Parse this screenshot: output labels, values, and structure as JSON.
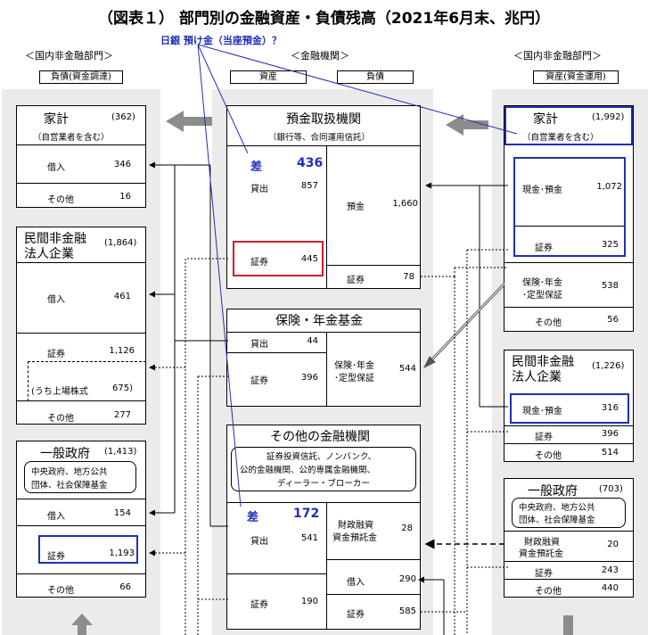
{
  "title": "（図表１） 部門別の金融資産・負債残高（2021年6月末、兆円）",
  "annotation": "日銀 預け金（当座預金）？",
  "headers": {
    "left": "＜国内非金融部門＞",
    "center": "＜金融機関＞",
    "right": "＜国内非金融部門＞"
  },
  "tags": {
    "left": "負債(資金調達)",
    "center_asset": "資産",
    "center_liab": "負債",
    "right": "資産(資金運用)"
  },
  "left": {
    "household": {
      "title": "家計",
      "total": "(362)",
      "sub": "（自営業者を含む）",
      "rows": [
        {
          "label": "借入",
          "value": "346"
        },
        {
          "label": "その他",
          "value": "16"
        }
      ]
    },
    "corp": {
      "title1": "民間非金融",
      "title2": "法人企業",
      "total": "(1,864)",
      "rows": [
        {
          "label": "借入",
          "value": "461"
        },
        {
          "label": "証券",
          "value": "1,126"
        },
        {
          "label": "(うち上場株式",
          "value": "675)"
        },
        {
          "label": "その他",
          "value": "277"
        }
      ]
    },
    "gov": {
      "title": "一般政府",
      "total": "(1,413)",
      "sub1": "中央政府、地方公共",
      "sub2": "団体、社会保障基金",
      "rows": [
        {
          "label": "借入",
          "value": "154"
        },
        {
          "label": "証券",
          "value": "1,193"
        },
        {
          "label": "その他",
          "value": "66"
        }
      ]
    }
  },
  "center": {
    "deposit": {
      "title": "預金取扱機関",
      "sub": "（銀行等、合同運用信託）",
      "diff_label": "差",
      "diff_value": "436",
      "assets": [
        {
          "label": "貸出",
          "value": "857"
        },
        {
          "label": "証券",
          "value": "445"
        }
      ],
      "liabs": [
        {
          "label": "預金",
          "value": "1,660"
        },
        {
          "label": "証券",
          "value": "78"
        }
      ]
    },
    "insurance": {
      "title": "保険・年金基金",
      "assets": [
        {
          "label": "貸出",
          "value": "44"
        },
        {
          "label": "証券",
          "value": "396"
        }
      ],
      "liab_label1": "保険･年金",
      "liab_label2": "･定型保証",
      "liab_value": "544"
    },
    "other": {
      "title": "その他の金融機関",
      "sub1": "証券投資信託、ノンバンク、",
      "sub2": "公的金融機関、公的専属金融機関、",
      "sub3": "ディーラー・ブローカー",
      "diff_label": "差",
      "diff_value": "172",
      "assets": [
        {
          "label": "貸出",
          "value": "541"
        },
        {
          "label": "証券",
          "value": "190"
        }
      ],
      "liab_fund1": "財政融資",
      "liab_fund2": "資金預託金",
      "liab_fund_value": "28",
      "liabs": [
        {
          "label": "借入",
          "value": "290"
        },
        {
          "label": "証券",
          "value": "585"
        }
      ]
    }
  },
  "right": {
    "household": {
      "title": "家計",
      "total": "(1,992)",
      "sub": "（自営業者を含む）",
      "rows": [
        {
          "label": "現金･預金",
          "value": "1,072"
        },
        {
          "label": "証券",
          "value": "325"
        },
        {
          "label": "保険･年金",
          "label2": "･定型保証",
          "value": "538"
        },
        {
          "label": "その他",
          "value": "56"
        }
      ]
    },
    "corp": {
      "title1": "民間非金融",
      "title2": "法人企業",
      "total": "(1,226)",
      "rows": [
        {
          "label": "現金･預金",
          "value": "316"
        },
        {
          "label": "証券",
          "value": "396"
        },
        {
          "label": "その他",
          "value": "514"
        }
      ]
    },
    "gov": {
      "title": "一般政府",
      "total": "(703)",
      "sub1": "中央政府、地方公共",
      "sub2": "団体、社会保障基金",
      "rows": [
        {
          "label": "財政融資",
          "label2": "資金預託金",
          "value": "20"
        },
        {
          "label": "証券",
          "value": "243"
        },
        {
          "label": "その他",
          "value": "440"
        }
      ]
    }
  }
}
